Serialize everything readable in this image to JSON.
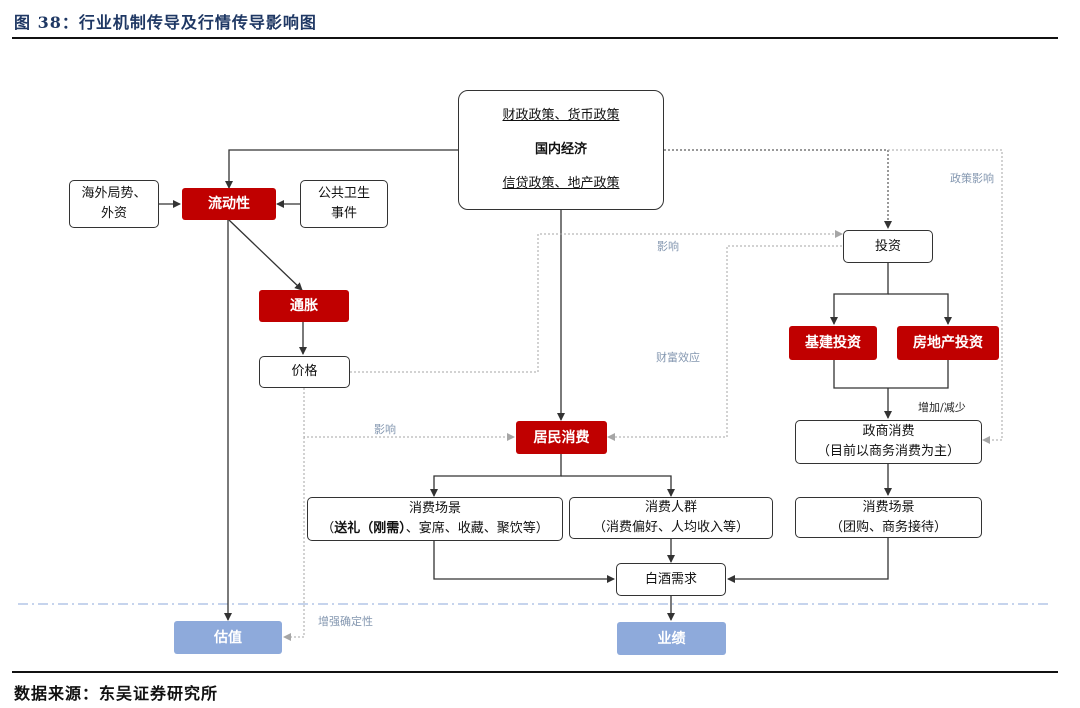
{
  "title": "图 38：行业机制传导及行情传导影响图",
  "source": "数据来源：东吴证券研究所",
  "nodes": {
    "policy_top": "财政政策、货币政策",
    "domestic": "国内经济",
    "policy_bottom": "信贷政策、地产政策",
    "overseas_line1": "海外局势、",
    "overseas_line2": "外资",
    "liquidity": "流动性",
    "health_line1": "公共卫生",
    "health_line2": "事件",
    "inflation": "通胀",
    "price": "价格",
    "investment": "投资",
    "infrastructure": "基建投资",
    "real_estate": "房地产投资",
    "gov_line1": "政商消费",
    "gov_line2": "（目前以商务消费为主）",
    "resident": "居民消费",
    "scene1_line1": "消费场景",
    "scene1_bold": "送礼（刚需）",
    "scene1_paren_open": "（",
    "scene1_rest": "、宴席、收藏、聚饮等）",
    "crowd_line1": "消费人群",
    "crowd_line2": "（消费偏好、人均收入等）",
    "scene2_line1": "消费场景",
    "scene2_line2": "（团购、商务接待）",
    "demand": "白酒需求",
    "valuation": "估值",
    "performance": "业绩"
  },
  "labels": {
    "policy_influence": "政策影响",
    "influence_top": "影响",
    "wealth_effect": "财富效应",
    "increase_decrease": "增加/减少",
    "influence_mid": "影响",
    "enhance_certainty": "增强确定性"
  },
  "colors": {
    "red": "#c00000",
    "blue": "#8eaadb",
    "title": "#1f3864",
    "dashed": "#a6a6a6",
    "dashdot": "#8eaadb"
  }
}
